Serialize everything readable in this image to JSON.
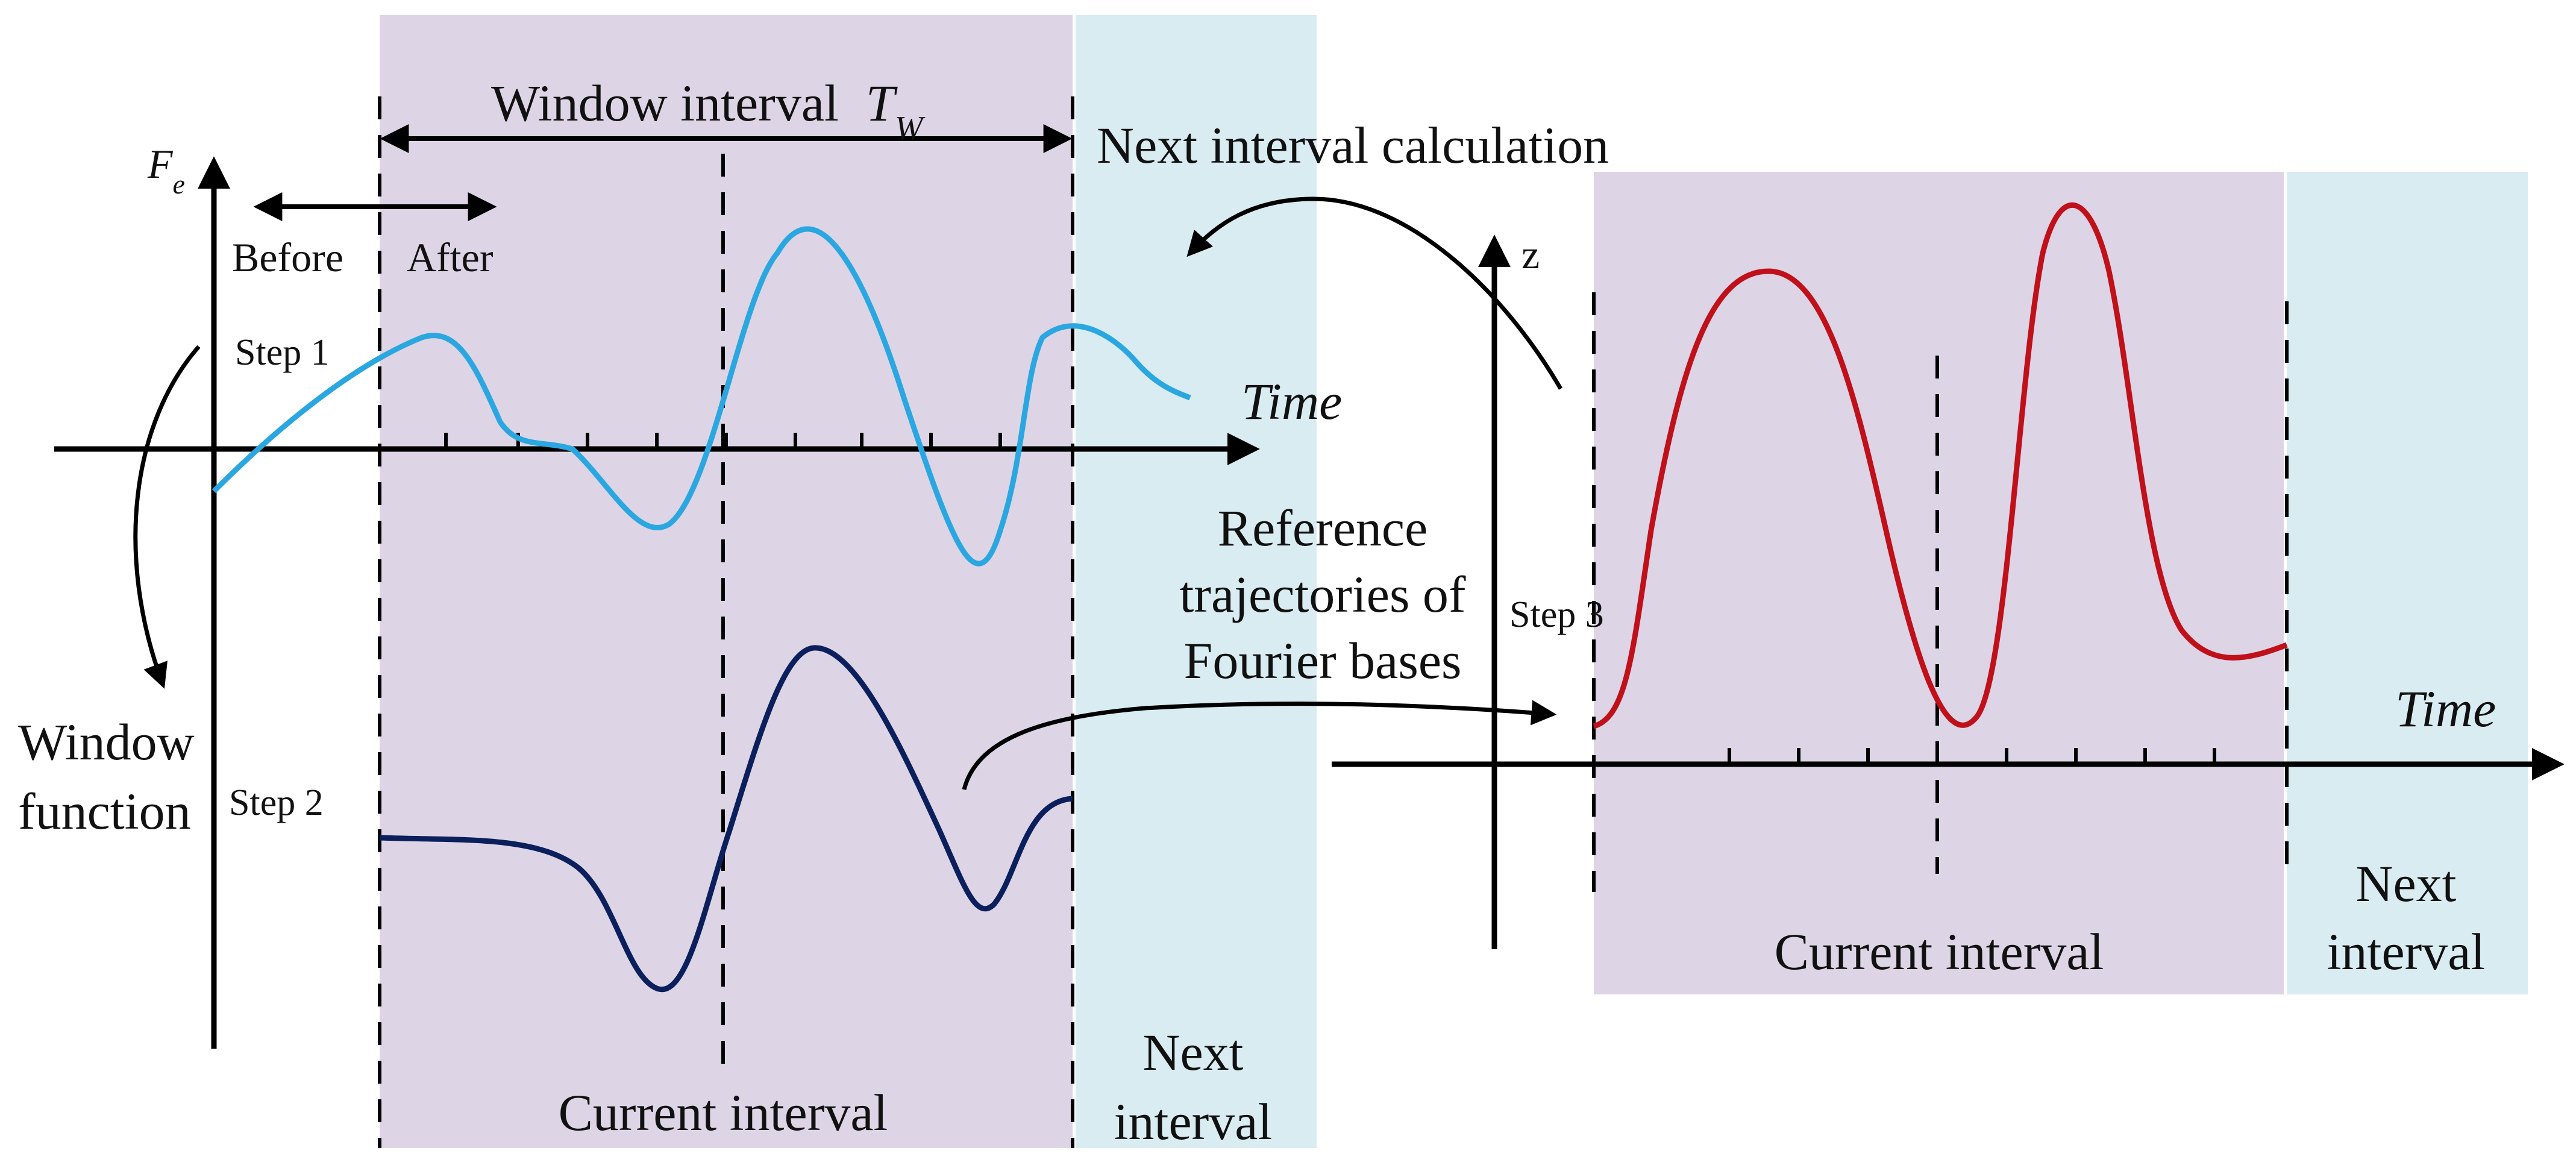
{
  "colors": {
    "current_interval_fill": "#ddd5e5",
    "next_interval_fill": "#d9ecf2",
    "step1_curve": "#2aa7e0",
    "step2_curve": "#0b1f5c",
    "step3_curve": "#c0101a"
  },
  "left_panel": {
    "y_axis_label": "F",
    "y_axis_subscript": "e",
    "x_axis_label": "Time",
    "window_interval_label": "Window interval",
    "window_interval_symbol": "T",
    "window_interval_symbol_subscript": "W",
    "before_label": "Before",
    "after_label": "After",
    "step1_label": "Step 1",
    "step2_label": "Step 2",
    "current_interval_label": "Current interval",
    "next_interval_line1": "Next",
    "next_interval_line2": "interval"
  },
  "window_function_label": {
    "line1": "Window",
    "line2": "function"
  },
  "next_interval_calculation_label": "Next interval calculation",
  "reference_label": {
    "line1": "Reference",
    "line2": "trajectories of",
    "line3": "Fourier bases"
  },
  "right_panel": {
    "y_axis_label": "z",
    "x_axis_label": "Time",
    "step3_label": "Step 3",
    "current_interval_label": "Current interval",
    "next_interval_line1": "Next",
    "next_interval_line2": "interval"
  }
}
